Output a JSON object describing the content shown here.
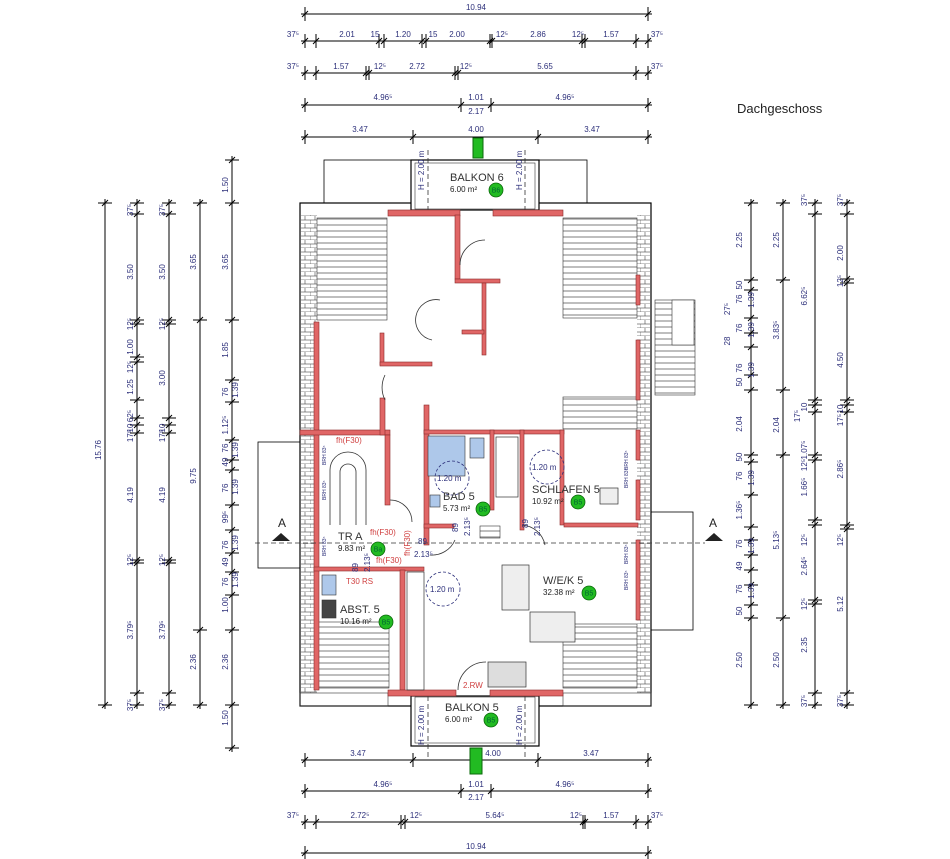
{
  "title": "Dachgeschoss",
  "colors": {
    "wall": "#e06666",
    "badge": "#22bb22",
    "dimension_text": "#2c2f7a",
    "fire_text": "#d04040"
  },
  "dims": {
    "top_total": "10.94",
    "top_row2": [
      "37⁵",
      "2.01",
      "15",
      "1.20",
      "15",
      "2.00",
      "12⁵",
      "2.86",
      "12⁵",
      "1.57",
      "37⁵"
    ],
    "top_row3": [
      "37⁵",
      "1.57",
      "12⁵",
      "2.72",
      "12⁵",
      "5.65",
      "37⁵"
    ],
    "top_row4": [
      "4.96⁵",
      "1.01",
      "2.17",
      "4.96⁵"
    ],
    "top_row5": [
      "3.47",
      "4.00",
      "3.47"
    ],
    "bottom_row1": [
      "3.47",
      "4.00",
      "3.47"
    ],
    "bottom_row2": [
      "4.96⁵",
      "1.01",
      "2.17",
      "4.96⁵"
    ],
    "bottom_row3": [
      "37⁵",
      "2.72⁵",
      "12⁵",
      "5.64⁵",
      "12⁵",
      "1.57",
      "37⁵"
    ],
    "bottom_total": "10.94",
    "left_total": "15.76",
    "left_col2": [
      "37⁵",
      "3.50",
      "12⁵",
      "1.00",
      "12⁵",
      "1.25",
      "62⁵",
      "10",
      "17⁵",
      "4.19",
      "12⁵",
      "3.79⁵",
      "37⁵"
    ],
    "left_col3": [
      "37⁵",
      "3.50",
      "12⁵",
      "3.00",
      "10",
      "17⁵",
      "4.19",
      "12⁵",
      "3.79⁵",
      "37⁵"
    ],
    "left_col4": [
      "3.65",
      "9.75",
      "2.36"
    ],
    "left_col5": [
      "1.50",
      "3.65",
      "1.85",
      "76",
      "1.39",
      "1.12⁵",
      "76",
      "1.39",
      "49",
      "76",
      "1.39",
      "99⁵",
      "76",
      "1.39",
      "49",
      "76",
      "1.39",
      "1.00",
      "2.36",
      "1.50"
    ],
    "right_col1": [
      "2.25",
      "50",
      "76",
      "1.39",
      "27⁵",
      "76",
      "1.39",
      "28",
      "76",
      "1.39",
      "50",
      "2.04",
      "50",
      "76",
      "1.39",
      "1.36⁵",
      "76",
      "1.39",
      "49",
      "76",
      "1.39",
      "50",
      "2.50"
    ],
    "right_col2": [
      "2.25",
      "3.83⁵",
      "2.04",
      "5.13⁵",
      "2.50"
    ],
    "right_col3": [
      "37⁵",
      "6.62⁵",
      "10",
      "17⁵",
      "1.07⁵",
      "12⁵",
      "1.66⁵",
      "12⁵",
      "2.64⁵",
      "12⁵",
      "2.35",
      "37⁵"
    ],
    "right_col4": [
      "37⁵",
      "2.00",
      "12⁵",
      "4.50",
      "10",
      "17⁵",
      "2.86⁵",
      "12⁵",
      "5.12",
      "37⁵"
    ]
  },
  "rooms": [
    {
      "name": "BALKON 6",
      "area": "6.00 m²",
      "code": "B6"
    },
    {
      "name": "BAD 5",
      "area": "5.73 m²",
      "code": "B5"
    },
    {
      "name": "SCHLAFEN 5",
      "area": "10.92 m²",
      "code": "B5"
    },
    {
      "name": "TR A",
      "area": "9.83 m²",
      "code": "Ba"
    },
    {
      "name": "ABST. 5",
      "area": "10.16 m²",
      "code": "B5"
    },
    {
      "name": "W/E/K 5",
      "area": "32.38 m²",
      "code": "B5"
    },
    {
      "name": "BALKON 5",
      "area": "6.00 m²",
      "code": "B5"
    }
  ],
  "turning_circles": [
    "1.20 m",
    "1.20 m",
    "1.20 m"
  ],
  "fire_labels": [
    "fh(F30)",
    "fh(F30)",
    "fh(F30)",
    "fh(F30)",
    "T30 RS",
    "2.RW"
  ],
  "door_dims": [
    "89",
    "2.13⁵",
    "89",
    "2.13⁵",
    "89",
    "2.13⁵",
    "89",
    "2.13⁵"
  ],
  "balcony_heights": [
    "H = 2.00 m",
    "H = 2.00 m",
    "H = 2.00 m",
    "H = 2.00 m"
  ],
  "section_marks": [
    "A",
    "A"
  ],
  "sill_labels": [
    "BRH 83⁵",
    "BRH 83⁵",
    "BRH 83⁵",
    "BRH 83⁵",
    "BRH 83⁵",
    "BRH 83⁵",
    "BRH 83⁵"
  ]
}
